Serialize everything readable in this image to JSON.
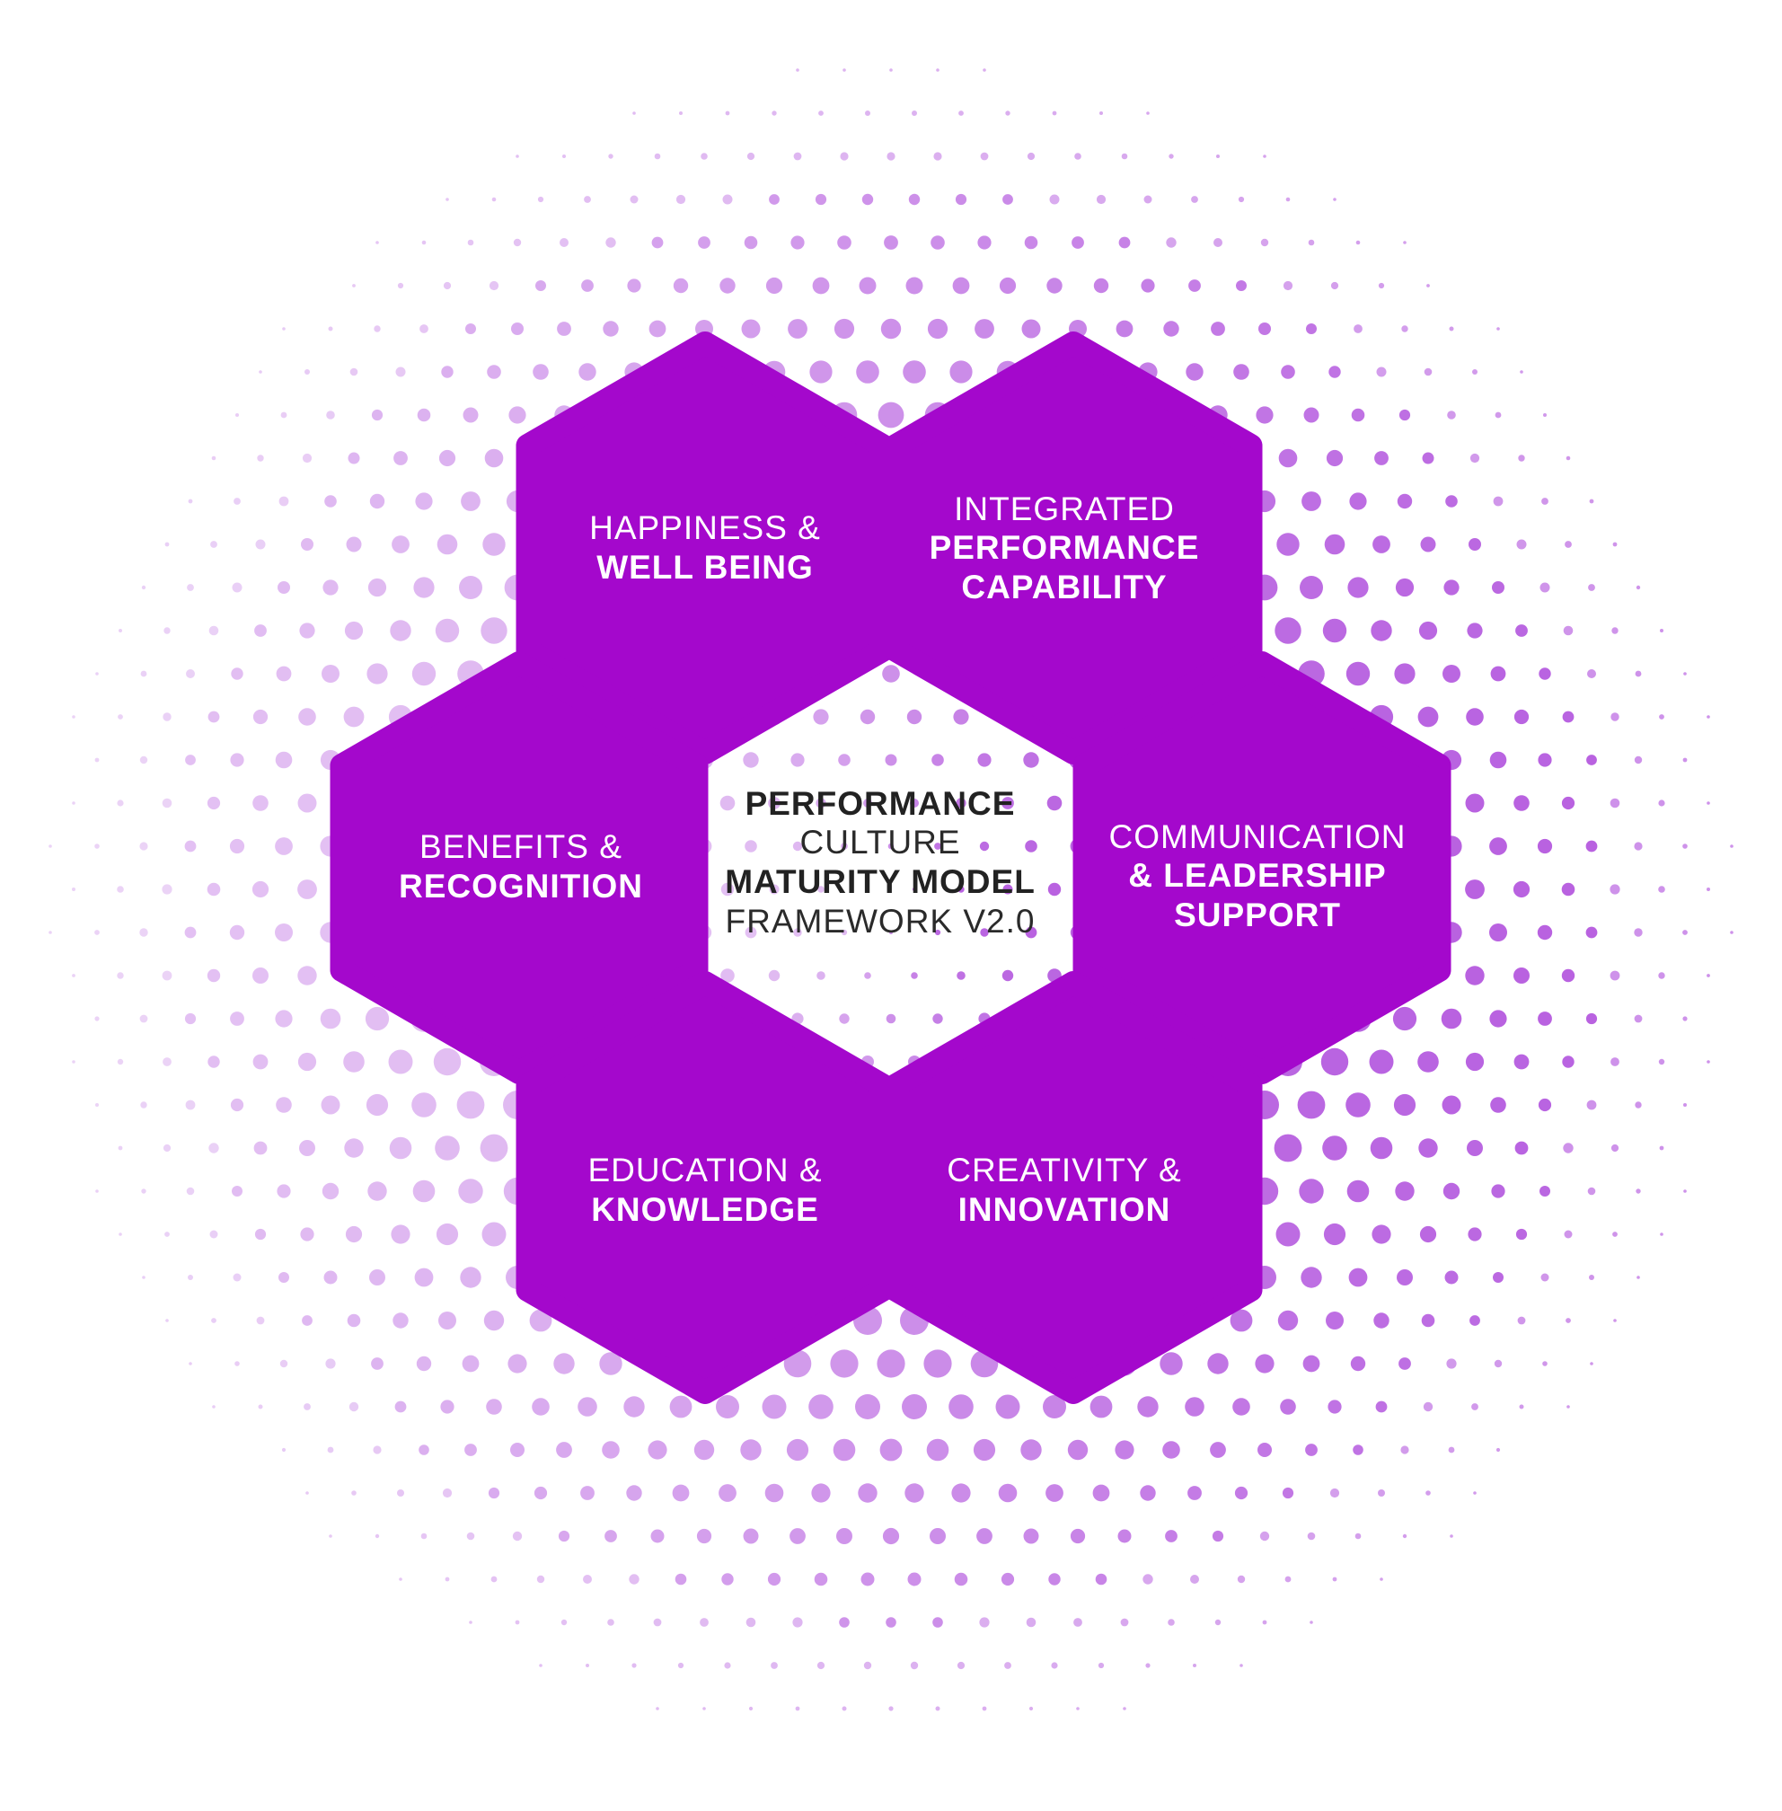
{
  "colors": {
    "hex_fill": "#a408cc",
    "dot_color": "#a12ed6",
    "text_on_hex": "#ffffff",
    "center_text": "#222222",
    "background": "#ffffff"
  },
  "center": {
    "line1": "PERFORMANCE",
    "line2": "CULTURE",
    "line3": "MATURITY MODEL",
    "line4": "FRAMEWORK V2.0"
  },
  "hexagons": [
    {
      "id": "happiness-well-being",
      "light": "HAPPINESS &",
      "bold": "WELL BEING"
    },
    {
      "id": "integrated-performance-capability",
      "light": "INTEGRATED",
      "bold": "PERFORMANCE CAPABILITY"
    },
    {
      "id": "benefits-recognition",
      "light": "BENEFITS &",
      "bold": "RECOGNITION"
    },
    {
      "id": "communication-leadership-support",
      "light": "COMMUNICATION",
      "bold": "& LEADERSHIP SUPPORT"
    },
    {
      "id": "education-knowledge",
      "light": "EDUCATION &",
      "bold": "KNOWLEDGE"
    },
    {
      "id": "creativity-innovation",
      "light": "CREATIVITY &",
      "bold": "INNOVATION"
    }
  ]
}
